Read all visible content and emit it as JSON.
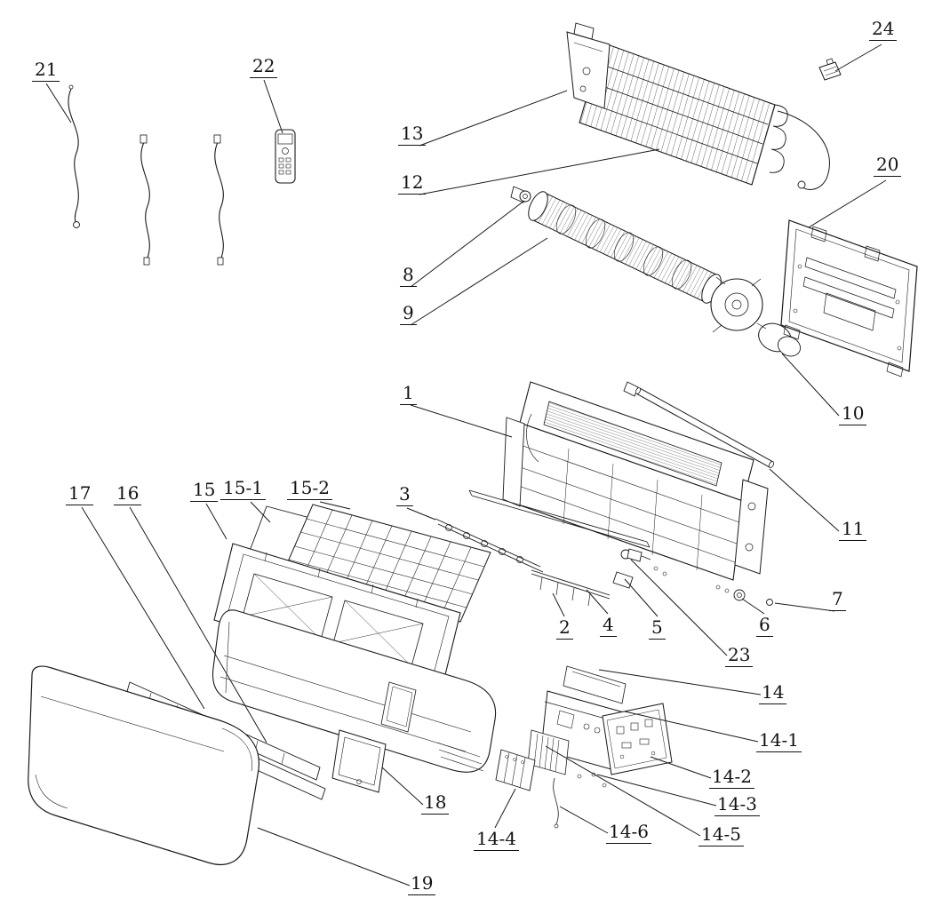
{
  "diagram": {
    "kind": "exploded-parts-diagram",
    "colors": {
      "line": "#1a1a1a",
      "background": "#ffffff"
    },
    "callouts": [
      {
        "text": "13"
      },
      {
        "text": "12"
      },
      {
        "text": "8"
      },
      {
        "text": "9"
      },
      {
        "text": "1"
      },
      {
        "text": "21"
      },
      {
        "text": "22"
      },
      {
        "text": "24"
      },
      {
        "text": "20"
      },
      {
        "text": "10"
      },
      {
        "text": "11"
      },
      {
        "text": "17"
      },
      {
        "text": "16"
      },
      {
        "text": "15"
      },
      {
        "text": "15-1"
      },
      {
        "text": "15-2"
      },
      {
        "text": "3"
      },
      {
        "text": "2"
      },
      {
        "text": "4"
      },
      {
        "text": "5"
      },
      {
        "text": "6"
      },
      {
        "text": "7"
      },
      {
        "text": "23"
      },
      {
        "text": "14"
      },
      {
        "text": "14-1"
      },
      {
        "text": "14-2"
      },
      {
        "text": "14-3"
      },
      {
        "text": "14-4"
      },
      {
        "text": "14-5"
      },
      {
        "text": "14-6"
      },
      {
        "text": "18"
      },
      {
        "text": "19"
      }
    ]
  }
}
